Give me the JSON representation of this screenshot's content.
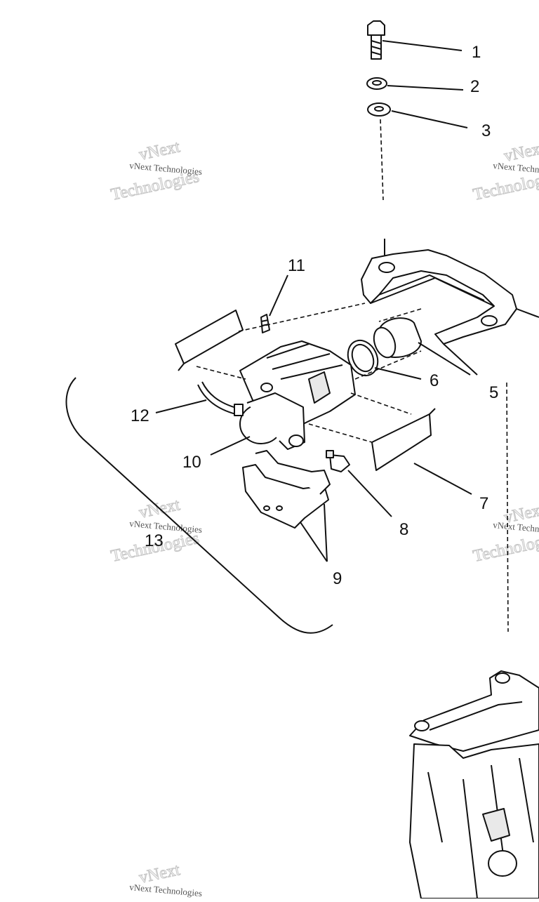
{
  "diagram": {
    "callouts": [
      {
        "id": "1",
        "label": "1"
      },
      {
        "id": "2",
        "label": "2"
      },
      {
        "id": "3",
        "label": "3"
      },
      {
        "id": "5",
        "label": "5"
      },
      {
        "id": "6",
        "label": "6"
      },
      {
        "id": "7",
        "label": "7"
      },
      {
        "id": "8",
        "label": "8"
      },
      {
        "id": "9",
        "label": "9"
      },
      {
        "id": "10",
        "label": "10"
      },
      {
        "id": "11",
        "label": "11"
      },
      {
        "id": "12",
        "label": "12"
      },
      {
        "id": "13",
        "label": "13"
      }
    ],
    "watermark": {
      "small_text": "vNext Technologies",
      "big_line_1": "vNext",
      "big_line_2": "Technologies"
    }
  }
}
